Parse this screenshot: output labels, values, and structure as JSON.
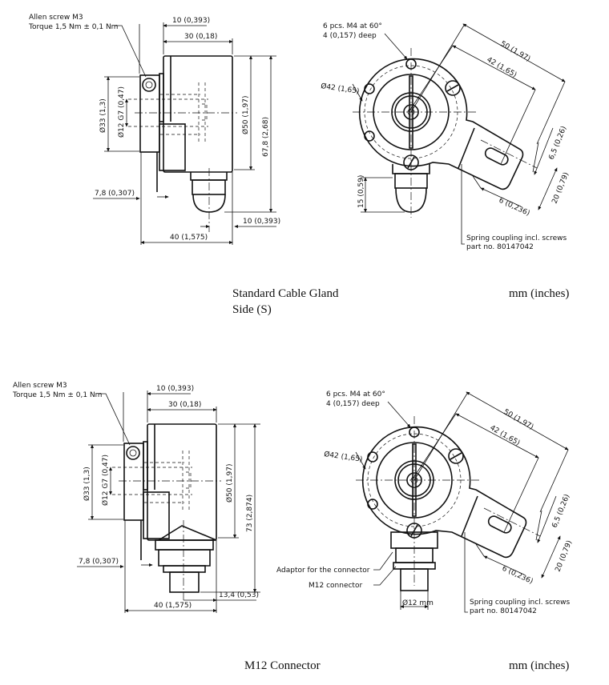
{
  "variant_top": {
    "caption_line1": "Standard Cable Gland",
    "caption_line2": "Side (S)",
    "units": "mm (inches)",
    "side": {
      "screw_note_1": "Allen screw M3",
      "screw_note_2": "Torque 1,5 Nm ± 0,1 Nm",
      "dim_10": "10 (0,393)",
      "dim_30": "30 (0,18)",
      "dim_d33": "Ø33 (1,3)",
      "dim_d12": "Ø12 G7 (0,47)",
      "dim_d50": "Ø50 (1,97)",
      "dim_height": "67,8 (2,68)",
      "dim_7_8": "7,8 (0,307)",
      "dim_offset": "10 (0,393)",
      "dim_40": "40 (1,575)"
    },
    "front": {
      "holes_note_1": "6 pcs. M4 at 60°",
      "holes_note_2": "4 (0,157) deep",
      "dim_d42": "Ø42 (1,65)",
      "dim_50": "50 (1,97)",
      "dim_42": "42 (1,65)",
      "dim_6_5": "6,5 (0,26)",
      "dim_20": "20 (0,79)",
      "dim_6": "6 (0,236)",
      "dim_15": "15 (0,59)",
      "coupling_note_1": "Spring coupling incl. screws",
      "coupling_note_2": "part no. 80147042"
    }
  },
  "variant_bottom": {
    "caption": "M12 Connector",
    "units": "mm (inches)",
    "side": {
      "screw_note_1": "Allen screw M3",
      "screw_note_2": "Torque 1,5 Nm ± 0,1 Nm",
      "dim_10": "10 (0,393)",
      "dim_30": "30 (0,18)",
      "dim_d33": "Ø33 (1,3)",
      "dim_d12": "Ø12 G7 (0,47)",
      "dim_d50": "Ø50 (1,97)",
      "dim_height": "73 (2,874)",
      "dim_7_8": "7,8 (0,307)",
      "dim_offset": "13,4 (0,53)",
      "dim_40": "40 (1,575)"
    },
    "front": {
      "holes_note_1": "6 pcs. M4 at 60°",
      "holes_note_2": "4 (0,157) deep",
      "dim_d42": "Ø42 (1,65)",
      "dim_50": "50 (1,97)",
      "dim_42": "42 (1,65)",
      "dim_6_5": "6,5 (0,26)",
      "dim_20": "20 (0,79)",
      "dim_6": "6 (0,236)",
      "adaptor_note": "Adaptor for the connector",
      "m12_note": "M12 connector",
      "dim_d12mm": "Ø12 mm",
      "coupling_note_1": "Spring coupling incl. screws",
      "coupling_note_2": "part no. 80147042"
    }
  }
}
